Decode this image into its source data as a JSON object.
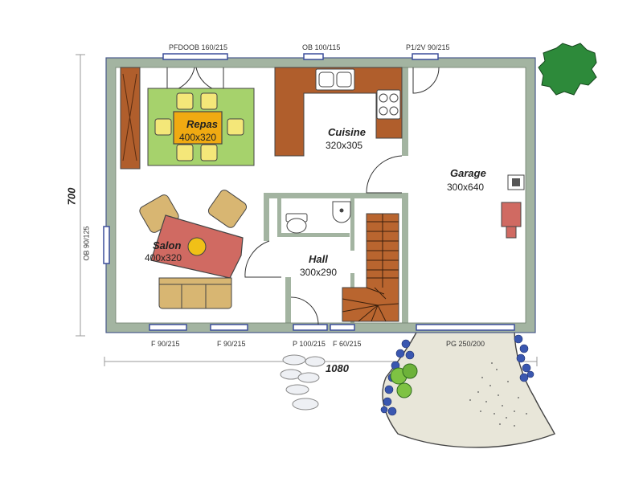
{
  "rooms": {
    "repas": {
      "name": "Repas",
      "dim": "400x320"
    },
    "cuisine": {
      "name": "Cuisine",
      "dim": "320x305"
    },
    "garage": {
      "name": "Garage",
      "dim": "300x640"
    },
    "salon": {
      "name": "Salon",
      "dim": "400x320"
    },
    "hall": {
      "name": "Hall",
      "dim": "300x290"
    }
  },
  "openings": {
    "top_left": "PFDOOB 160/215",
    "top_mid": "OB 100/115",
    "top_right": "P1/2V 90/215",
    "left": "OB 90/125",
    "bottom_1": "F 90/215",
    "bottom_2": "F 90/215",
    "bottom_door": "P 100/215",
    "bottom_win": "F 60/215",
    "garage_door": "PG 250/200"
  },
  "dimensions": {
    "height": "700",
    "width": "1080"
  },
  "colors": {
    "wall": "#a3b4a1",
    "window": "#3d4f9c",
    "floor": "#ffffff",
    "rug": "#a6d26c",
    "table": "#f0aa12",
    "chair": "#f4e779",
    "counter": "#b05e2c",
    "sofa": "#d8b672",
    "salon_rug": "#d06a62",
    "stairs": "#b9652f",
    "tree": "#2d8a3a",
    "flowers": "#3a57b0"
  }
}
